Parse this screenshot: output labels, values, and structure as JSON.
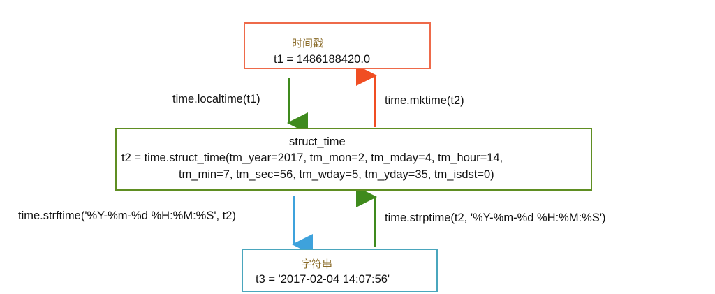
{
  "timestamp_box": {
    "title": "时间戳",
    "value": "t1 = 1486188420.0"
  },
  "struct_time_box": {
    "title": "struct_time",
    "line1": "t2 = time.struct_time(tm_year=2017, tm_mon=2, tm_mday=4, tm_hour=14,",
    "line2": "tm_min=7, tm_sec=56, tm_wday=5, tm_yday=35, tm_isdst=0)"
  },
  "string_box": {
    "title": "字符串",
    "value": "t3 = '2017-02-04 14:07:56'"
  },
  "edges": {
    "localtime": "time.localtime(t1)",
    "mktime": "time.mktime(t2)",
    "strftime": "time.strftime('%Y-%m-%d %H:%M:%S', t2)",
    "strptime": "time.strptime(t2, '%Y-%m-%d %H:%M:%S')"
  },
  "colors": {
    "timestamp_border": "#ee6a4a",
    "struct_border": "#5f8e22",
    "string_border": "#4aa6bd",
    "arrow_green": "#3f8a1d",
    "arrow_red": "#f04e23",
    "arrow_blue": "#3ea2dc"
  }
}
